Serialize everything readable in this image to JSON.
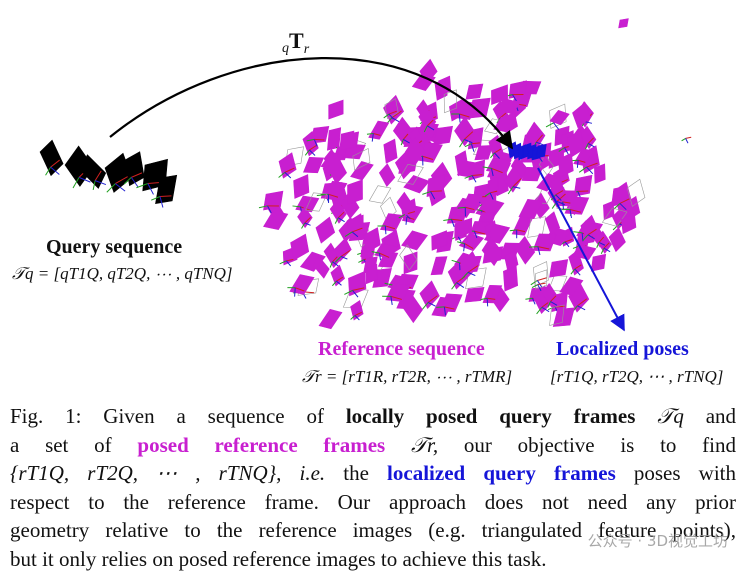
{
  "figure": {
    "transform_label": "qTr",
    "query": {
      "title": "Query sequence",
      "formula": "𝒯q = [qT1Q, qT2Q, ⋯ , qTNQ]"
    },
    "reference": {
      "title": "Reference sequence",
      "formula": "𝒯r = [rT1R, rT2R, ⋯ , rTMR]"
    },
    "localized": {
      "title": "Localized poses",
      "formula": "[rT1Q, rT2Q, ⋯ , rTNQ]"
    },
    "colors": {
      "reference": "#c81fd0",
      "localized": "#1515d8",
      "query": "#000000"
    }
  },
  "caption": {
    "line1_a": "Fig. 1: Given a sequence of",
    "line1_b": "locally posed query frames",
    "line1_c": "𝒯q",
    "line1_d": "and",
    "line2_a": "a set of",
    "line2_b": "posed reference frames",
    "line2_c": "𝒯r,",
    "line2_d": "our objective is to find",
    "line3_a": "{rT1Q, rT2Q, ⋯ , rTNQ},",
    "line3_b": "i.e.",
    "line3_c": "the",
    "line3_d": "localized query frames",
    "line3_e": "poses with",
    "line4": "respect to the reference frame. Our approach does not need any prior",
    "line5": "geometry relative to the reference images (e.g. triangulated feature points),",
    "line6": "but it only relies on posed reference images to achieve this task."
  },
  "watermark": "公众号 · 3D视觉工坊"
}
